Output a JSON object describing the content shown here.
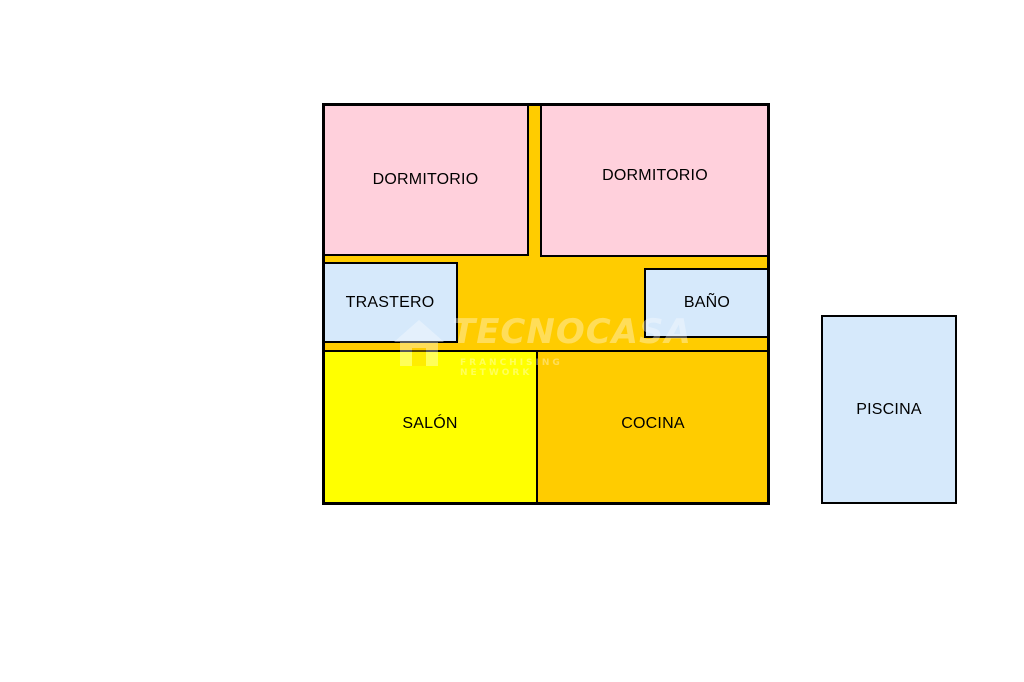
{
  "rooms": {
    "dormitorio_1": "DORMITORIO",
    "dormitorio_2": "DORMITORIO",
    "trastero": "TRASTERO",
    "bano": "BAÑO",
    "salon": "SALÓN",
    "cocina": "COCINA",
    "piscina": "PISCINA"
  },
  "watermark": {
    "brand": "TECNOCASA",
    "tagline": "FRANCHISING NETWORK"
  },
  "colors": {
    "bedroom": "#ffd0dc",
    "service": "#d6e9fb",
    "living": "#ffff00",
    "hall_kitchen": "#ffcc00",
    "walls": "#000000"
  }
}
